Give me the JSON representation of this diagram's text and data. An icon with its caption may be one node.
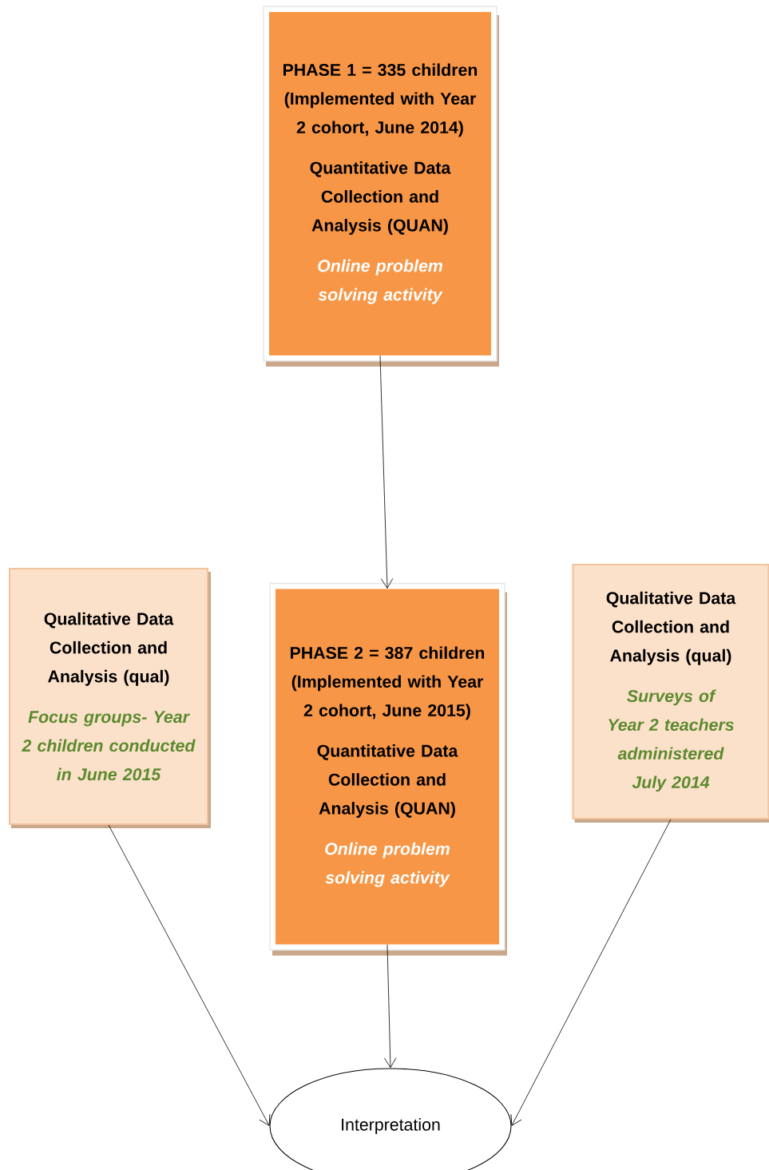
{
  "diagram": {
    "nodes": [
      {
        "text": [
          "PHASE 1 = 335 children (Implemented with Year 2 cohort, June 2014)",
          "Quantitative Data Collection and Analysis (QUAN)",
          "Online problem solving activity"
        ]
      },
      {
        "text": [
          "Qualitative Data Collection and Analysis (qual)",
          "Focus groups- Year 2 children conducted in June 2015"
        ]
      },
      {
        "text": [
          "PHASE 2 = 387 children (Implemented with Year 2 cohort, June 2015)",
          "Quantitative Data Collection and Analysis (QUAN)",
          "Online problem solving activity"
        ]
      },
      {
        "text": [
          "Qualitative Data Collection and Analysis (qual)",
          "Surveys of Year 2 teachers administered July 2014"
        ]
      },
      {
        "text": [
          "Interpretation"
        ]
      }
    ],
    "edges": [
      {
        "from": 0,
        "to": 2,
        "arrow": "to"
      },
      {
        "from": 1,
        "to": 4,
        "arrow": "to"
      },
      {
        "from": 2,
        "to": 4,
        "arrow": "to"
      },
      {
        "from": 3,
        "to": 4,
        "arrow": "to"
      }
    ]
  }
}
